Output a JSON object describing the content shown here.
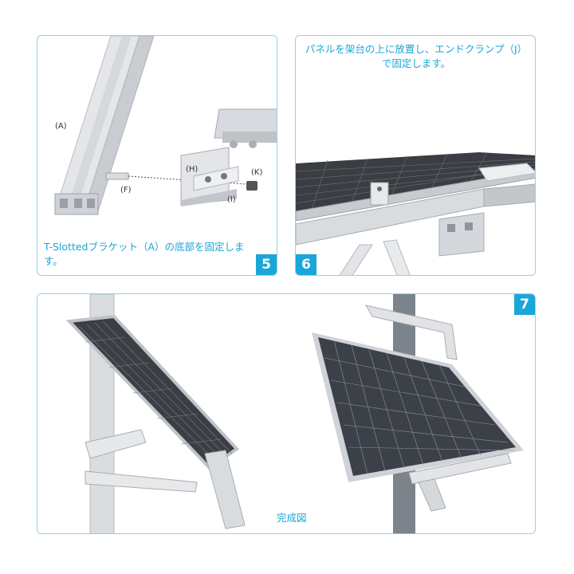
{
  "step5": {
    "number": "5",
    "caption": "T-Slottedブラケット（A）の底部を固定します。",
    "labels": {
      "a": "(A)",
      "f": "(F)",
      "h": "(H)",
      "i": "(I)",
      "k": "(K)"
    }
  },
  "step6": {
    "number": "6",
    "caption": "パネルを架台の上に放置し、エンドクランプ（J）で固定します。"
  },
  "step7": {
    "number": "7",
    "caption": "完成図"
  },
  "colors": {
    "accent": "#1aa6d8",
    "border": "#8fd3ea"
  }
}
